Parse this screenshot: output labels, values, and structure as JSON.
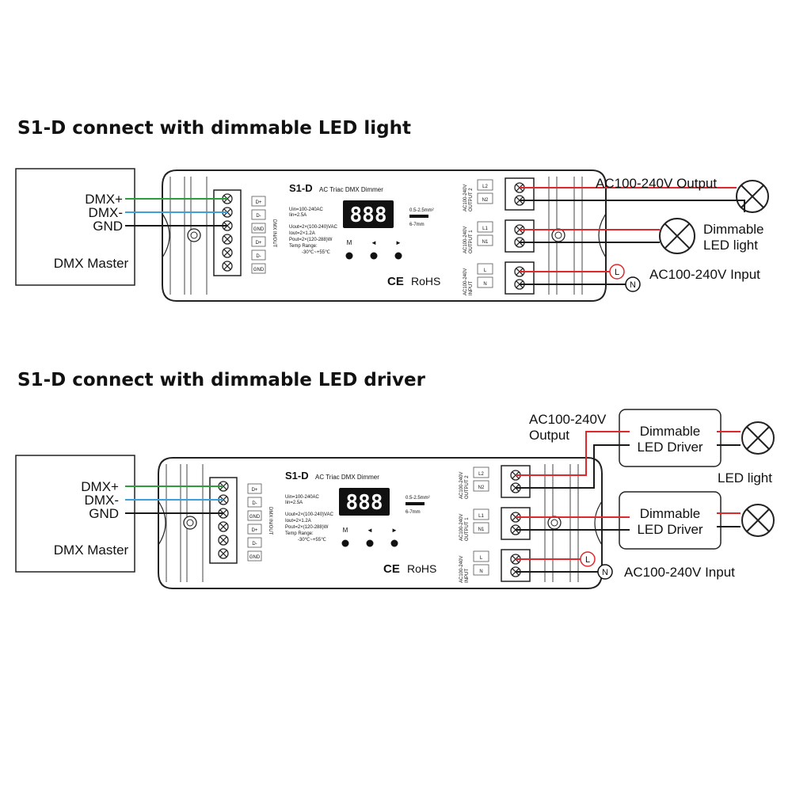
{
  "diagram1": {
    "title": "S1-D connect with dimmable LED light",
    "master": {
      "label": "DMX Master",
      "pins": [
        "DMX+",
        "DMX-",
        "GND"
      ]
    },
    "device": {
      "model": "S1-D",
      "subtitle": "AC Triac DMX Dimmer",
      "specs1": [
        "Uin=100-240AC",
        "Iin=2.5A"
      ],
      "specs2": [
        "Uout=2×(100-240)VAC",
        "Iout=2×1.2A",
        "Pout=2×(120-288)W",
        "Temp Range:",
        "-30℃~+55℃"
      ],
      "display": "888",
      "buttons": [
        "M",
        "◄",
        "►"
      ],
      "wire_spec": [
        "0.5-2.5mm²",
        "6-7mm"
      ],
      "cert": [
        "CE",
        "RoHS"
      ],
      "dmx_terminals": [
        "D+",
        "D-",
        "GND",
        "D+",
        "D-",
        "GND"
      ],
      "dmx_side_label": "DMX IN/OUT",
      "out2_label": [
        "AC100-240V",
        "OUTPUT 2"
      ],
      "out2_terms": [
        "L2",
        "N2"
      ],
      "out1_label": [
        "AC100-240V",
        "OUTPUT 1"
      ],
      "out1_terms": [
        "L1",
        "N1"
      ],
      "input_label": [
        "AC100-240V",
        "INPUT"
      ],
      "input_terms": [
        "L",
        "N"
      ]
    },
    "output_label": "AC100-240V Output",
    "load_label": [
      "Dimmable",
      "LED light"
    ],
    "input_label": "AC100-240V Input",
    "L_marker": "L",
    "N_marker": "N"
  },
  "diagram2": {
    "title": "S1-D connect with dimmable LED driver",
    "master": {
      "label": "DMX Master",
      "pins": [
        "DMX+",
        "DMX-",
        "GND"
      ]
    },
    "device": {
      "model": "S1-D",
      "subtitle": "AC Triac DMX Dimmer",
      "specs1": [
        "Uin=100-240AC",
        "Iin=2.5A"
      ],
      "specs2": [
        "Uout=2×(100-240)VAC",
        "Iout=2×1.2A",
        "Pout=2×(120-288)W",
        "Temp Range:",
        "-30℃~+55℃"
      ],
      "display": "888",
      "buttons": [
        "M",
        "◄",
        "►"
      ],
      "wire_spec": [
        "0.5-2.5mm²",
        "6-7mm"
      ],
      "cert": [
        "CE",
        "RoHS"
      ],
      "dmx_terminals": [
        "D+",
        "D-",
        "GND",
        "D+",
        "D-",
        "GND"
      ],
      "dmx_side_label": "DMX IN/OUT",
      "out2_label": [
        "AC100-240V",
        "OUTPUT 2"
      ],
      "out2_terms": [
        "L2",
        "N2"
      ],
      "out1_label": [
        "AC100-240V",
        "OUTPUT 1"
      ],
      "out1_terms": [
        "L1",
        "N1"
      ],
      "input_label": [
        "AC100-240V",
        "INPUT"
      ],
      "input_terms": [
        "L",
        "N"
      ]
    },
    "output_label": [
      "AC100-240V",
      "Output"
    ],
    "driver_label": [
      "Dimmable",
      "LED Driver"
    ],
    "led_light_label": "LED light",
    "input_label": "AC100-240V Input",
    "L_marker": "L",
    "N_marker": "N"
  },
  "colors": {
    "wire_green": "#2e9b3c",
    "wire_blue": "#3ca0dc",
    "wire_black": "#1a1a1a",
    "wire_red": "#e0282c",
    "outline": "#222222"
  }
}
